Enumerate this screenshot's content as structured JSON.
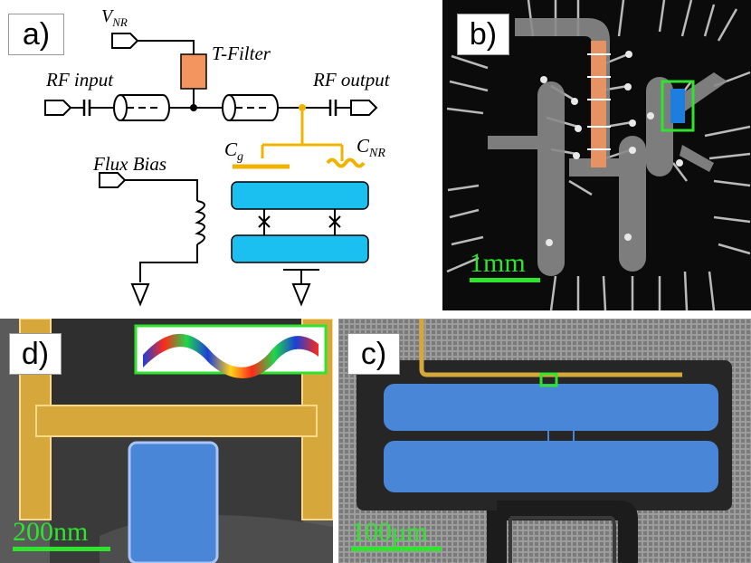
{
  "panels": {
    "a": {
      "label": "a)"
    },
    "b": {
      "label": "b)",
      "scale_text": "1mm"
    },
    "c": {
      "label": "c)",
      "scale_text": "100μm"
    },
    "d": {
      "label": "d)",
      "scale_text": "200nm"
    }
  },
  "circuit": {
    "vnr_main": "V",
    "vnr_sub": "NR",
    "t_filter": "T-Filter",
    "rf_input": "RF input",
    "rf_output": "RF output",
    "cg_main": "C",
    "cg_sub": "g",
    "cnr_main": "C",
    "cnr_sub": "NR",
    "flux_bias": "Flux Bias"
  },
  "colors": {
    "qubit_blue": "#1cc0f0",
    "filter_orange": "#f2955f",
    "line_yellow": "#f0b400",
    "scale_green": "#2fe32f",
    "sem_blue": "#4a86d8",
    "sem_gold": "#d6a83c"
  }
}
